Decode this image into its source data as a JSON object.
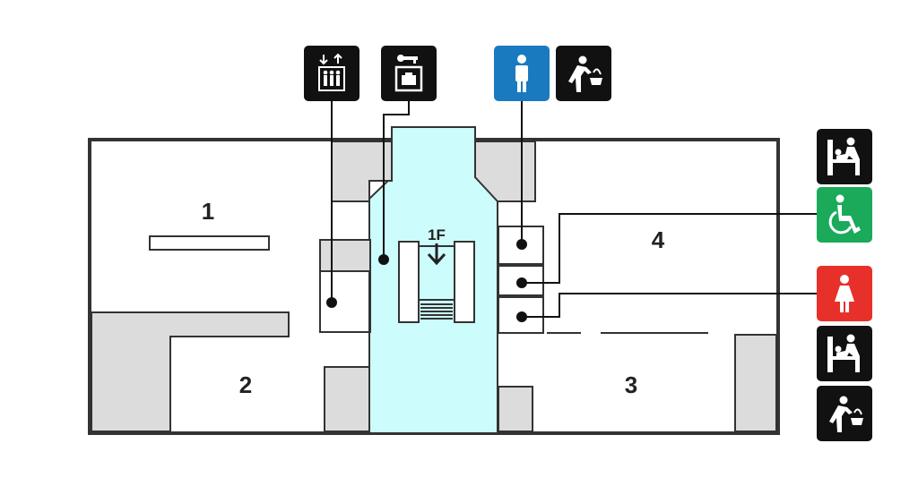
{
  "floor": {
    "label": "1F"
  },
  "rooms": [
    {
      "id": "room-1",
      "number": "1"
    },
    {
      "id": "room-2",
      "number": "2"
    },
    {
      "id": "room-3",
      "number": "3"
    },
    {
      "id": "room-4",
      "number": "4"
    }
  ],
  "facility_icons": [
    {
      "icon": "elevator-icon",
      "color": "#111111"
    },
    {
      "icon": "coin-locker-icon",
      "color": "#111111"
    },
    {
      "icon": "mens-restroom-icon",
      "color": "#1a7ac0"
    },
    {
      "icon": "drinking-fountain-icon",
      "color": "#111111"
    },
    {
      "icon": "baby-changing-icon",
      "color": "#111111"
    },
    {
      "icon": "accessible-restroom-icon",
      "color": "#1aaa5a"
    },
    {
      "icon": "womens-restroom-icon",
      "color": "#e8302b"
    },
    {
      "icon": "baby-changing-icon",
      "color": "#111111"
    },
    {
      "icon": "drinking-fountain-icon",
      "color": "#111111"
    }
  ],
  "colors": {
    "corridor": "#ccfcfc",
    "wall": "#333333",
    "non_public": "#dcdcdc"
  }
}
